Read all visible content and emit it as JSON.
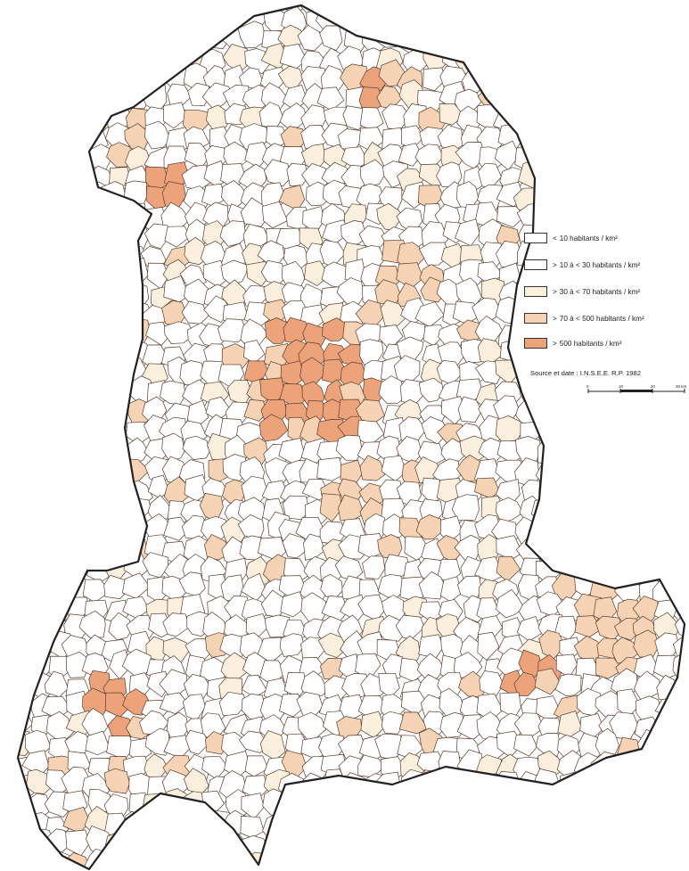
{
  "colors": {
    "very_low": "#ffffff",
    "low": "#ffffff",
    "medium": "#fbf0de",
    "high": "#f6d3b4",
    "very_high": "#eda37a",
    "border": "#5a3c2c",
    "outline": "#222222"
  },
  "legend": {
    "items": [
      {
        "sign": "<",
        "label": "10 habitants / km²",
        "class": "very_low"
      },
      {
        "sign": ">",
        "label": "10 à < 30 habitants / km²",
        "class": "low"
      },
      {
        "sign": ">",
        "label": "30 à < 70 habitants / km²",
        "class": "medium"
      },
      {
        "sign": ">",
        "label": "70 à < 500 habitants / km²",
        "class": "high"
      },
      {
        "sign": ">",
        "label": "500 habitants / km²",
        "class": "very_high"
      }
    ]
  },
  "source": "Source et date : I.N.S.E.E. R.P. 1982",
  "scale": {
    "ticks": [
      "0",
      "10",
      "20",
      "30 km"
    ]
  }
}
